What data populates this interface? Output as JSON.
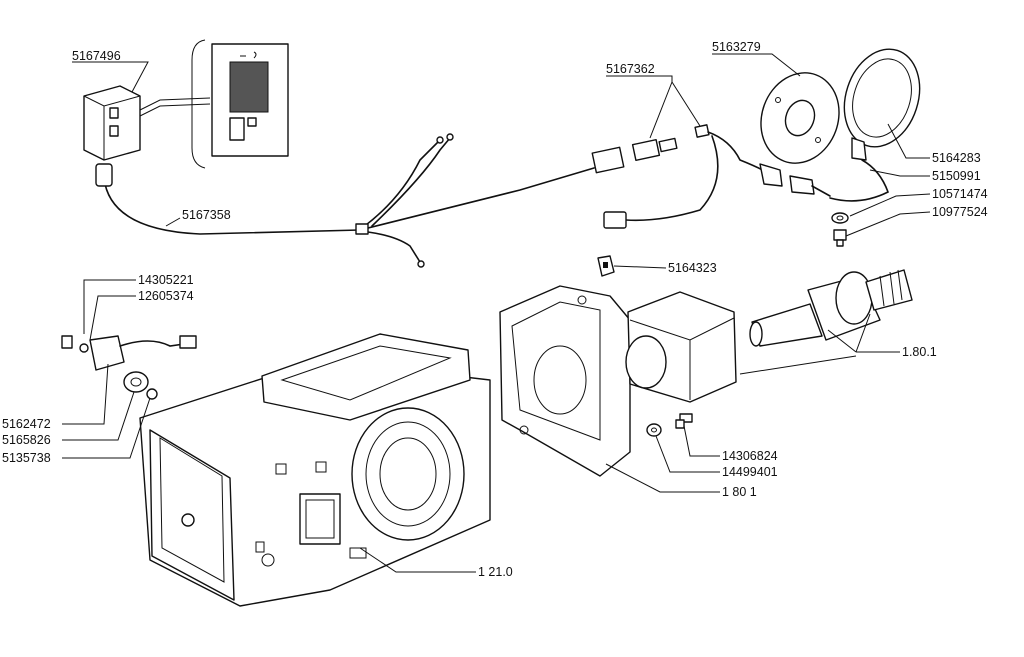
{
  "labels": {
    "p5167496": "5167496",
    "p5167362": "5167362",
    "p5163279": "5163279",
    "p5164283": "5164283",
    "p5150991": "5150991",
    "p10571474": "10571474",
    "p10977524": "10977524",
    "p5167358": "5167358",
    "p5164323": "5164323",
    "p14305221": "14305221",
    "p12605374": "12605374",
    "p5162472": "5162472",
    "p5165826": "5165826",
    "p5135738": "5135738",
    "p1801a": "1.80.1",
    "p14306824": "14306824",
    "p14499401": "14499401",
    "p1801b": "1 80 1",
    "p1210": "1 21.0"
  }
}
